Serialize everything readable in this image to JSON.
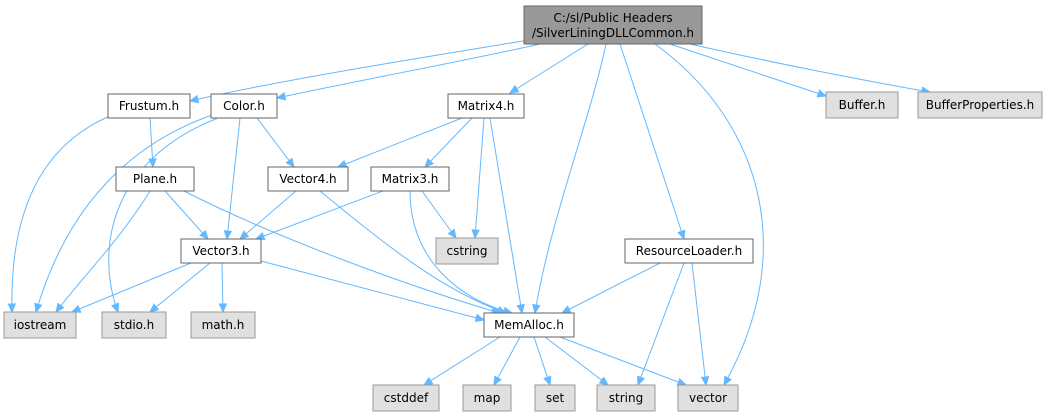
{
  "graph": {
    "root": {
      "line1": "C:/sl/Public Headers",
      "line2": "/SilverLiningDLLCommon.h"
    },
    "nodes": {
      "frustum": "Frustum.h",
      "color": "Color.h",
      "matrix4": "Matrix4.h",
      "buffer": "Buffer.h",
      "bufferprops": "BufferProperties.h",
      "plane": "Plane.h",
      "vector4": "Vector4.h",
      "matrix3": "Matrix3.h",
      "cstring": "cstring",
      "resourceloader": "ResourceLoader.h",
      "vector3": "Vector3.h",
      "iostream": "iostream",
      "stdio": "stdio.h",
      "math": "math.h",
      "memalloc": "MemAlloc.h",
      "cstddef": "cstddef",
      "map": "map",
      "set": "set",
      "string": "string",
      "vector": "vector"
    },
    "colors": {
      "edge": "#63b8ff",
      "root_fill": "#999999",
      "system_fill": "#e0e0e0",
      "node_fill": "#ffffff"
    }
  }
}
